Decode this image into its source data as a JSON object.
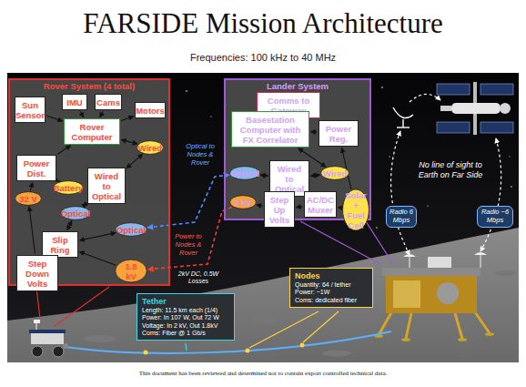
{
  "diagram": {
    "title": "FARSIDE Mission Architecture",
    "nodes": [
      {
        "text": [
          "Rover System (4 total)"
        ]
      },
      {
        "text": [
          "Sun Sensor"
        ],
        "in": 0
      },
      {
        "text": [
          "IMU"
        ],
        "in": 0
      },
      {
        "text": [
          "Cams"
        ],
        "in": 0
      },
      {
        "text": [
          "Motors"
        ],
        "in": 0
      },
      {
        "text": [
          "Rover Computer"
        ],
        "in": 0
      },
      {
        "text": [
          "Wired"
        ],
        "in": 0
      },
      {
        "text": [
          "Power Dist."
        ],
        "in": 0
      },
      {
        "text": [
          "Wired to Optical"
        ],
        "in": 0
      },
      {
        "text": [
          "Battery"
        ],
        "in": 0
      },
      {
        "text": [
          "32 V"
        ],
        "in": 0
      },
      {
        "text": [
          "Optical"
        ],
        "in": 0
      },
      {
        "text": [
          "Slip Ring"
        ],
        "in": 0
      },
      {
        "text": [
          "Optical"
        ],
        "in": 0
      },
      {
        "text": [
          "Step Down Volts"
        ],
        "in": 0
      },
      {
        "text": [
          "1.8 kV"
        ],
        "in": 0
      },
      {
        "text": [
          "Lander System"
        ]
      },
      {
        "text": [
          "Comms to Gateway"
        ],
        "in": 16
      },
      {
        "text": [
          "Basestation Computer with FX Correlator"
        ],
        "in": 16
      },
      {
        "text": [
          "Power Reg."
        ],
        "in": 16
      },
      {
        "text": [
          "Optical"
        ],
        "in": 16
      },
      {
        "text": [
          "Wired to Optical"
        ],
        "in": 16
      },
      {
        "text": [
          "Wired"
        ],
        "in": 16
      },
      {
        "text": [
          "2 kV"
        ],
        "in": 16
      },
      {
        "text": [
          "Step Up Volts"
        ],
        "in": 16
      },
      {
        "text": [
          "AC/DC Muxer"
        ],
        "in": 16
      },
      {
        "text": [
          "Solar + Fuel Cell"
        ],
        "in": 16
      },
      {
        "text": [
          "Tether",
          "Length: 11.5 km each (1/4)",
          "Power: In 107 W, Out 72 W",
          "Voltage: In 2 kV, Out 1.8kV",
          "Coms: Fiber @ 1 Gb/s"
        ]
      },
      {
        "text": [
          "Nodes",
          "Quantity: 64 / tether",
          "Power: ~1W",
          "Coms: dedicated fiber"
        ]
      },
      {
        "text": [
          "Radio 6 Mbps"
        ]
      },
      {
        "text": [
          "Radio ~6 Mbps"
        ]
      }
    ],
    "edges": [
      {
        "from": 1,
        "to": 5,
        "arrow": "to"
      },
      {
        "from": 2,
        "to": 5,
        "arrow": "to"
      },
      {
        "from": 3,
        "to": 5,
        "arrow": "to"
      },
      {
        "from": 5,
        "to": 4,
        "arrow": "to"
      },
      {
        "from": 5,
        "to": 6,
        "arrow": "both"
      },
      {
        "from": 6,
        "to": 8,
        "arrow": "both"
      },
      {
        "from": 7,
        "to": 5,
        "arrow": "to"
      },
      {
        "from": 9,
        "to": 7,
        "arrow": "both"
      },
      {
        "from": 10,
        "to": 7,
        "arrow": "to"
      },
      {
        "from": 8,
        "to": 11,
        "arrow": "both"
      },
      {
        "from": 11,
        "to": 12,
        "arrow": "both"
      },
      {
        "from": 12,
        "to": 13,
        "arrow": "both"
      },
      {
        "from": 15,
        "to": 12,
        "arrow": "to"
      },
      {
        "from": 12,
        "to": 14,
        "arrow": "to"
      },
      {
        "from": 14,
        "to": 10,
        "arrow": "to"
      },
      {
        "from": 18,
        "to": 17,
        "arrow": "both"
      },
      {
        "from": 19,
        "to": 18,
        "arrow": "to"
      },
      {
        "from": 18,
        "to": 22,
        "arrow": "both"
      },
      {
        "from": 22,
        "to": 21,
        "arrow": "both"
      },
      {
        "from": 21,
        "to": 20,
        "arrow": "both"
      },
      {
        "from": 26,
        "to": 25,
        "arrow": "to"
      },
      {
        "from": 25,
        "to": 24,
        "arrow": "to"
      },
      {
        "from": 24,
        "to": 23,
        "arrow": "to"
      },
      {
        "from": 26,
        "to": 19,
        "arrow": "to"
      },
      {
        "from": 20,
        "to": 13,
        "arrow": "both"
      },
      {
        "from": 23,
        "to": 15,
        "arrow": "to"
      }
    ],
    "labels": [
      "Frequencies: 100 kHz to 40 MHz",
      "Optical to Nodes & Rover",
      "Power to Nodes & Rover",
      "2kV DC, 0.5W Losses",
      "No line of sight to Earth on Far Side",
      "This document has been reviewed and determined not to contain export controlled technical data."
    ]
  }
}
